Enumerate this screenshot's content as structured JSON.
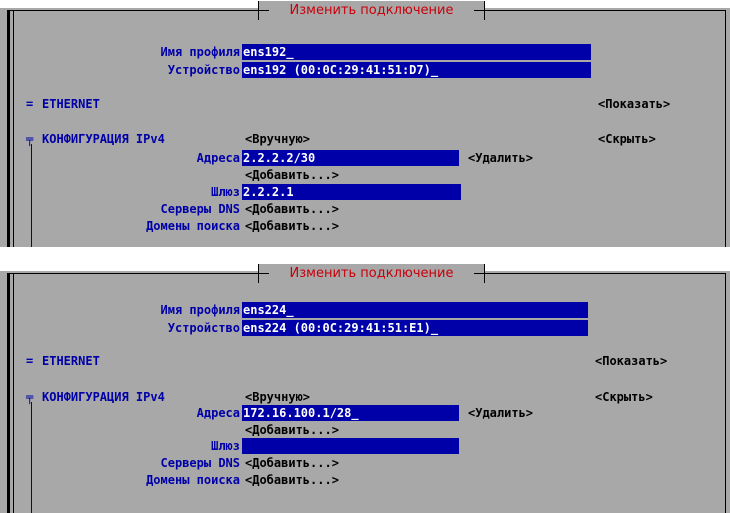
{
  "panels": [
    {
      "title": "Изменить подключение",
      "profile_label": "Имя профиля",
      "profile_value": "ens192_",
      "device_label": "Устройство",
      "device_value": "ens192 (00:0C:29:41:51:D7)_",
      "ethernet_marker": "=",
      "ethernet_label": "ETHERNET",
      "ethernet_action": "<Показать>",
      "ipv4_marker": "╤",
      "ipv4_label": "КОНФИГУРАЦИЯ IPv4",
      "ipv4_mode": "<Вручную>",
      "ipv4_action": "<Скрыть>",
      "address_label": "Адреса",
      "address_value": "2.2.2.2/30",
      "delete_label": "<Удалить>",
      "add_address_label": "<Добавить...>",
      "gateway_label": "Шлюз",
      "gateway_value": "2.2.2.1",
      "dns_label": "Серверы DNS",
      "dns_add_label": "<Добавить...>",
      "search_label": "Домены поиска",
      "search_add_label": "<Добавить...>"
    },
    {
      "title": "Изменить подключение",
      "profile_label": "Имя профиля",
      "profile_value": "ens224_",
      "device_label": "Устройство",
      "device_value": "ens224 (00:0C:29:41:51:E1)_",
      "ethernet_marker": "=",
      "ethernet_label": "ETHERNET",
      "ethernet_action": "<Показать>",
      "ipv4_marker": "╤",
      "ipv4_label": "КОНФИГУРАЦИЯ IPv4",
      "ipv4_mode": "<Вручную>",
      "ipv4_action": "<Скрыть>",
      "address_label": "Адреса",
      "address_value": "172.16.100.1/28_",
      "delete_label": "<Удалить>",
      "add_address_label": "<Добавить...>",
      "gateway_label": "Шлюз",
      "gateway_value": "",
      "dns_label": "Серверы DNS",
      "dns_add_label": "<Добавить...>",
      "search_label": "Домены поиска",
      "search_add_label": "<Добавить...>"
    }
  ],
  "colors": {
    "background": "#a8a8a8",
    "field": "#0000a8",
    "label": "#0000a8",
    "title": "#c8000a"
  }
}
